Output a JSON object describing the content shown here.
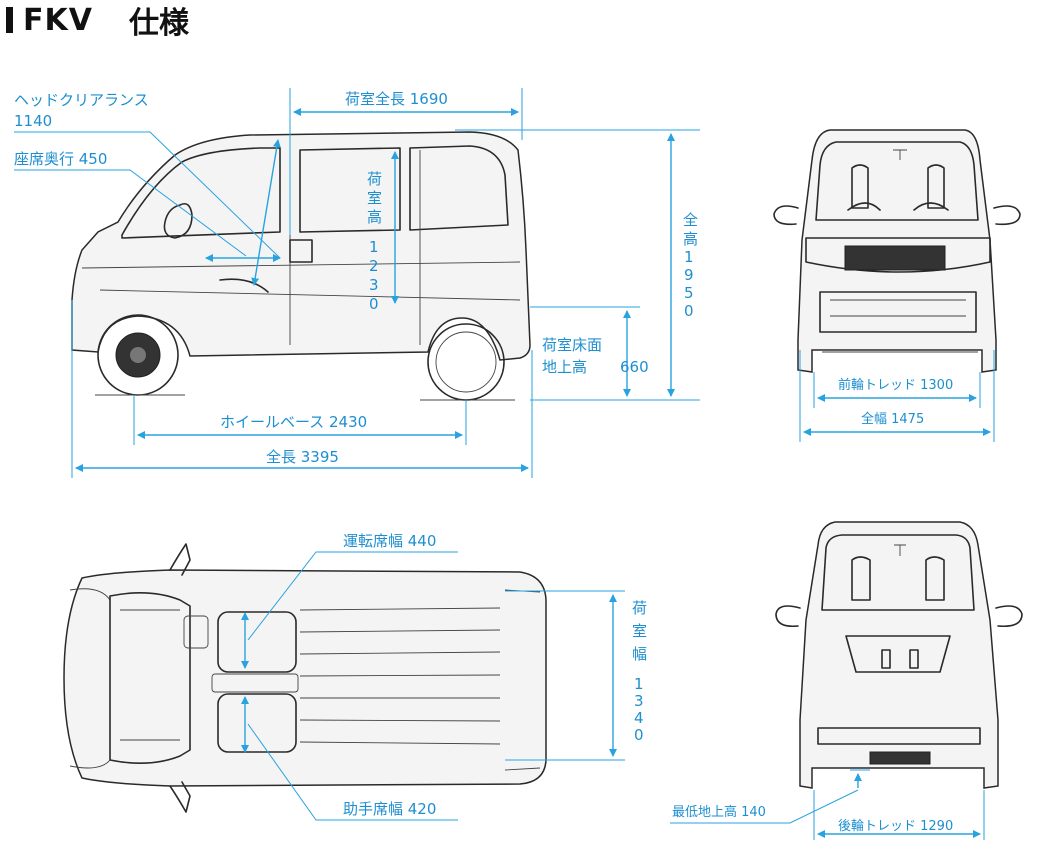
{
  "title": {
    "model": "FKV",
    "subtitle": "仕様"
  },
  "side_view": {
    "headroom_label": "ヘッドクリアランス",
    "headroom_value": "1140",
    "seat_depth": "座席奥行 450",
    "cargo_length": "荷室全長 1690",
    "cargo_height_label": [
      "荷",
      "室",
      "高"
    ],
    "cargo_height_value": [
      "1",
      "2",
      "3",
      "0"
    ],
    "overall_height_label": [
      "全",
      "高"
    ],
    "overall_height_value": [
      "1",
      "9",
      "5",
      "0"
    ],
    "floor_height_l1": "荷室床面",
    "floor_height_l2": "地上高",
    "floor_height_value": "660",
    "wheelbase": "ホイールベース 2430",
    "overall_length": "全長 3395"
  },
  "front_view": {
    "front_tread": "前輪トレッド 1300",
    "overall_width": "全幅 1475"
  },
  "top_view": {
    "driver_seat": "運転席幅 440",
    "passenger_seat": "助手席幅 420",
    "cargo_width_label": [
      "荷",
      "室",
      "幅"
    ],
    "cargo_width_value": [
      "1",
      "3",
      "4",
      "0"
    ]
  },
  "rear_view": {
    "ground_clearance": "最低地上高 140",
    "rear_tread": "後輪トレッド 1290"
  }
}
